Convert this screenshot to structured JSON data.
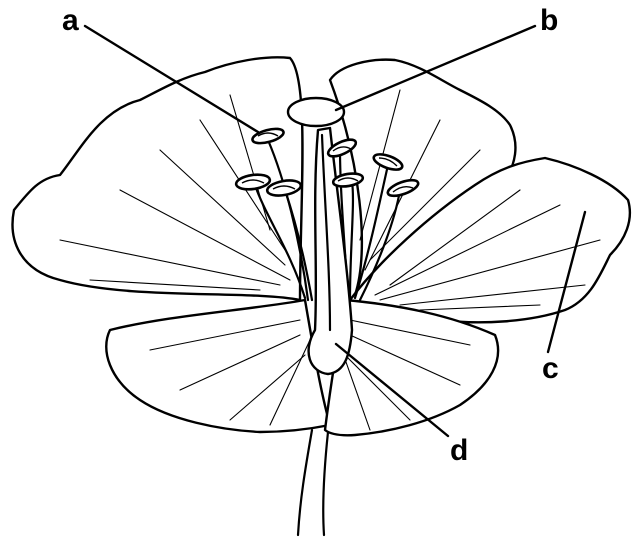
{
  "diagram": {
    "labels": {
      "a": "a",
      "b": "b",
      "c": "c",
      "d": "d"
    }
  },
  "colors": {
    "ink": "#000000",
    "paper": "#ffffff"
  }
}
